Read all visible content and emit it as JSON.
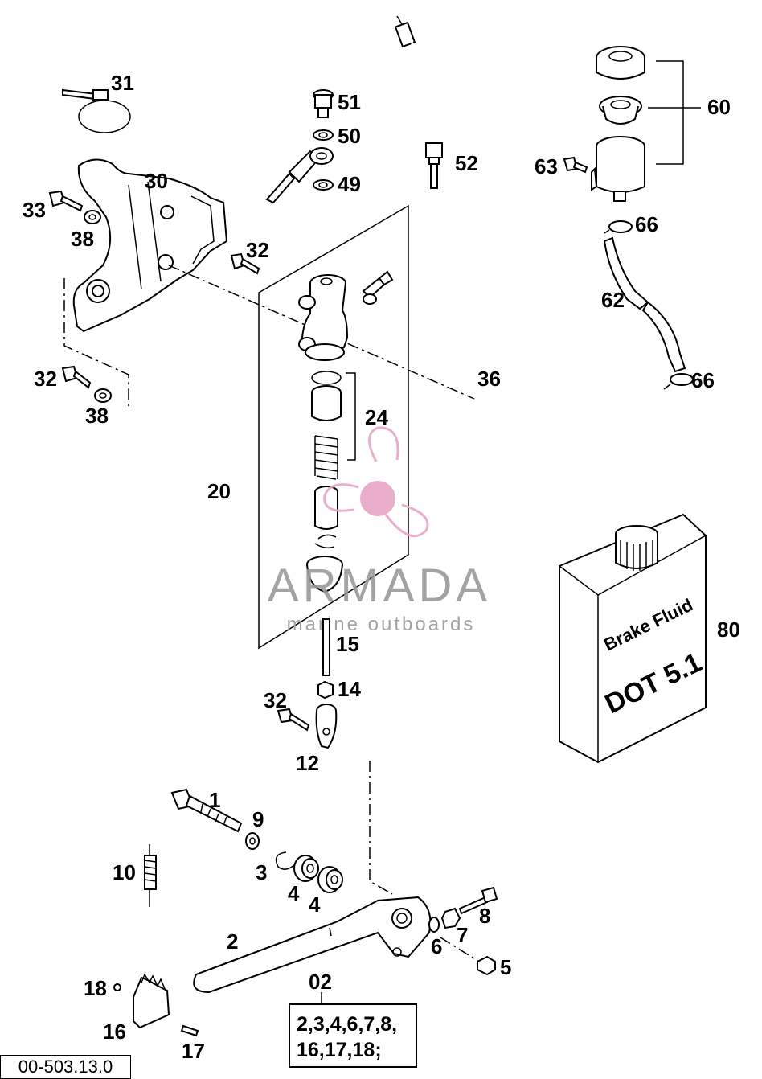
{
  "callouts": {
    "c31": "31",
    "c51": "51",
    "c50": "50",
    "c49": "49",
    "c52": "52",
    "c60": "60",
    "c63": "63",
    "c66a": "66",
    "c62": "62",
    "c66b": "66",
    "c30": "30",
    "c33": "33",
    "c38a": "38",
    "c32a": "32",
    "c32b": "32",
    "c38b": "38",
    "c36": "36",
    "c24": "24",
    "c20": "20",
    "c80": "80",
    "c15": "15",
    "c14": "14",
    "c32c": "32",
    "c12": "12",
    "c1": "1",
    "c9": "9",
    "c10": "10",
    "c3": "3",
    "c4a": "4",
    "c4b": "4",
    "c8": "8",
    "c7": "7",
    "c6": "6",
    "c2": "2",
    "c5": "5",
    "c02": "02",
    "c18": "18",
    "c16": "16",
    "c17": "17"
  },
  "kit": {
    "line1": "2,3,4,6,7,8,",
    "line2": "16,17,18;"
  },
  "reference": "00-503.13.0",
  "fluid_can": {
    "label1": "Brake Fluid",
    "label2": "DOT 5.1"
  },
  "watermark": {
    "brand": "ARMADA",
    "tagline": "marine outboards",
    "color": "#e8a6c8"
  }
}
